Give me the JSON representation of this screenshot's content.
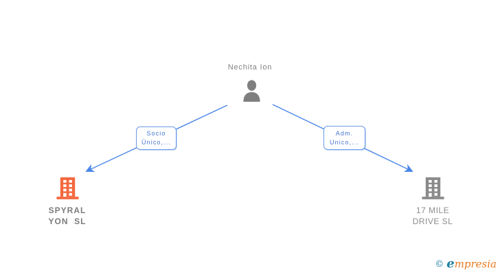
{
  "person": {
    "name": "Nechita Ion"
  },
  "edges": [
    {
      "line1": "Socio",
      "line2": "Único,..."
    },
    {
      "line1": "Adm.",
      "line2": "Unico,..."
    }
  ],
  "companies": [
    {
      "line1": "SPYRAL",
      "line2": "YON  SL"
    },
    {
      "line1": "17 MILE",
      "line2": "DRIVE SL"
    }
  ],
  "colors": {
    "edge_blue": "#4a86e8",
    "box_border": "#6b99e8",
    "box_text": "#4573cf",
    "person_icon_gray": "#7f7f7f",
    "building_orange": "#f4683e",
    "building_gray": "#8a8a8a",
    "label_gray_bold": "#7b7b7b",
    "label_gray": "#8c8c8c",
    "background": "#ffffff"
  },
  "logo": {
    "copyright": "©",
    "brand_initial": "e",
    "brand_rest": "mpresia"
  }
}
